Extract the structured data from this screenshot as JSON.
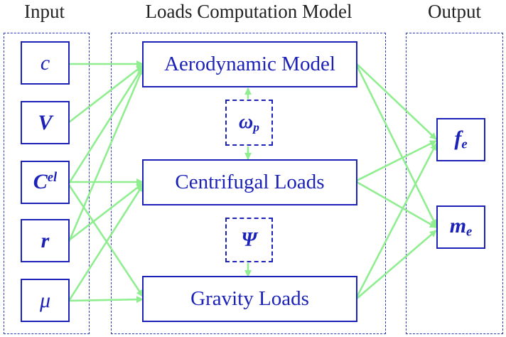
{
  "headers": {
    "input": "Input",
    "model": "Loads Computation Model",
    "output": "Output"
  },
  "inputs": {
    "c": "c",
    "V": "V",
    "Cel_base": "C",
    "Cel_sup": "el",
    "r": "r",
    "mu": "μ"
  },
  "models": {
    "aero": "Aerodynamic Model",
    "centrifugal": "Centrifugal Loads",
    "gravity": "Gravity Loads"
  },
  "params": {
    "omega_base": "ω",
    "omega_sub": "p",
    "psi": "Ψ"
  },
  "outputs": {
    "f_base": "f",
    "f_sub": "e",
    "m_base": "m",
    "m_sub": "e"
  },
  "colors": {
    "box_border": "#1c22b8",
    "text": "#1c22b8",
    "arrow": "#90ee90",
    "group_border": "#2a3bb8"
  }
}
